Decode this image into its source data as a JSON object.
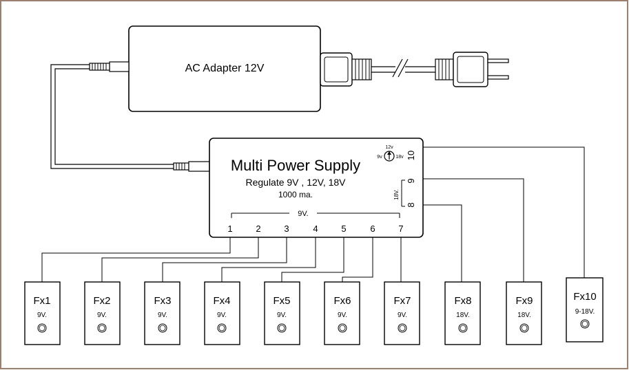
{
  "adapter": {
    "label": "AC Adapter 12V"
  },
  "supply": {
    "title": "Multi Power Supply",
    "subtitle": "Regulate 9V , 12V, 18V",
    "current": "1000 ma.",
    "group_9v_label": "9V.",
    "group_18v_label": "18V.",
    "port_numbers": [
      "1",
      "2",
      "3",
      "4",
      "5",
      "6",
      "7"
    ],
    "side_port_numbers": [
      "8",
      "9",
      "10"
    ],
    "selector": {
      "top": "12v",
      "left": "9v",
      "right": "18v"
    }
  },
  "effects": [
    {
      "name": "Fx1",
      "voltage": "9V."
    },
    {
      "name": "Fx2",
      "voltage": "9V."
    },
    {
      "name": "Fx3",
      "voltage": "9V."
    },
    {
      "name": "Fx4",
      "voltage": "9V."
    },
    {
      "name": "Fx5",
      "voltage": "9V."
    },
    {
      "name": "Fx6",
      "voltage": "9V."
    },
    {
      "name": "Fx7",
      "voltage": "9V."
    },
    {
      "name": "Fx8",
      "voltage": "18V."
    },
    {
      "name": "Fx9",
      "voltage": "18V."
    },
    {
      "name": "Fx10",
      "voltage": "9-18V."
    }
  ]
}
